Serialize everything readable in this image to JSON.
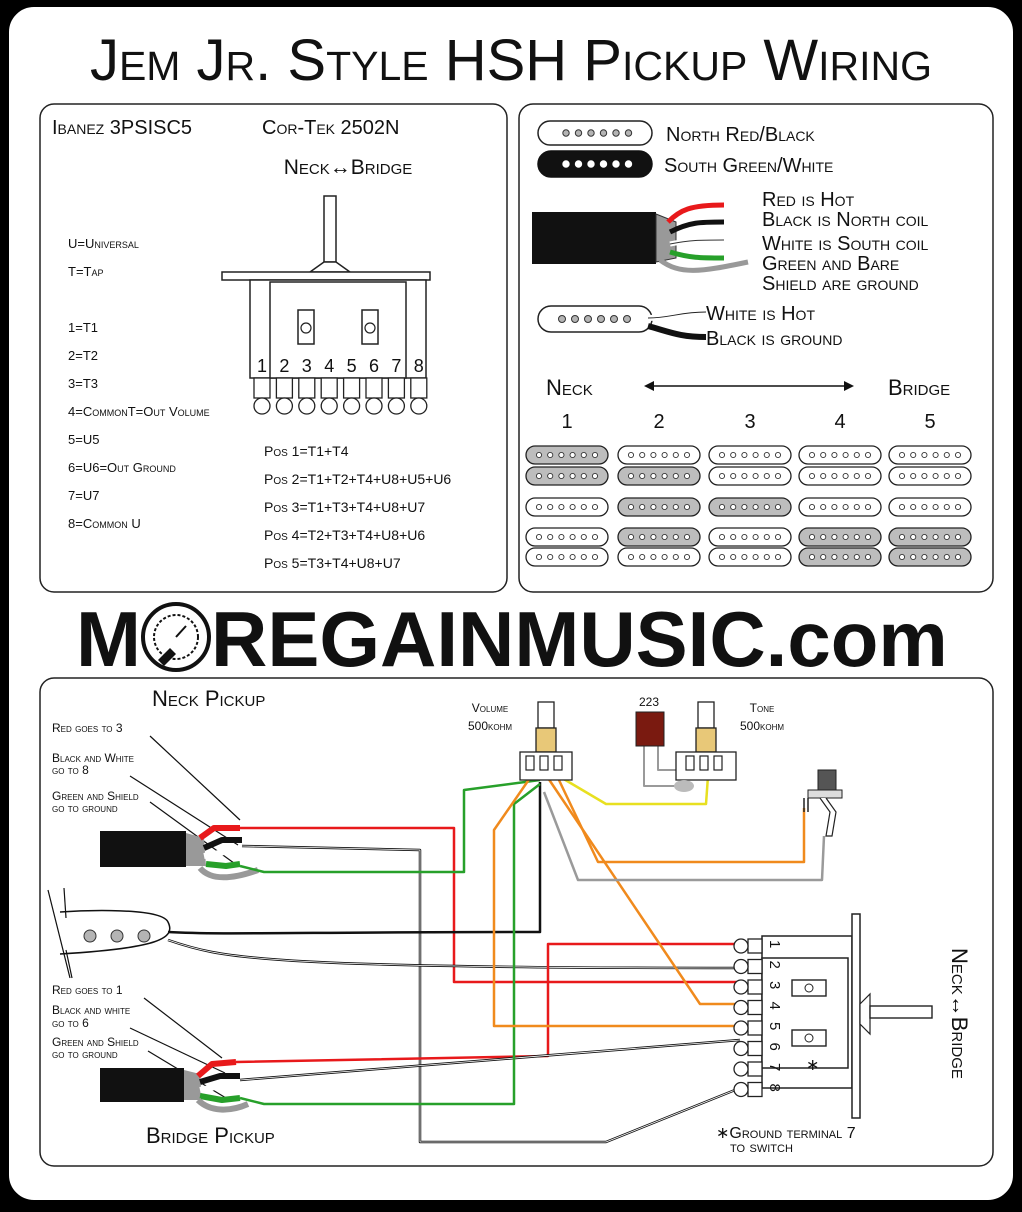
{
  "title": "Jem Jr. Style HSH Pickup Wiring",
  "left_panel": {
    "switch_brand": "Ibanez 3PSISC5",
    "switch_model": "Cor-Tek 2502N",
    "direction_label": "Neck↔Bridge",
    "legend": [
      "U=Universal",
      "T=Tap",
      "1=T1",
      "2=T2",
      "3=T3",
      "4=CommonT=Out Volume",
      "5=U5",
      "6=U6=Out Ground",
      "7=U7",
      "8=Common U"
    ],
    "terminal_numbers": [
      "1",
      "2",
      "3",
      "4",
      "5",
      "6",
      "7",
      "8"
    ],
    "positions": [
      "Pos 1=T1+T4",
      "Pos 2=T1+T2+T4+U8+U5+U6",
      "Pos 3=T1+T3+T4+U8+U7",
      "Pos 4=T2+T3+T4+U8+U6",
      "Pos 5=T3+T4+U8+U7"
    ]
  },
  "right_panel": {
    "north_label": "North Red/Black",
    "south_label": "South Green/White",
    "humbucker_wires": [
      "Red is Hot",
      "Black is North coil",
      "White is South coil",
      "Green and Bare",
      "Shield are ground"
    ],
    "single_wires": [
      "White is Hot",
      "Black is ground"
    ],
    "neck_label": "Neck",
    "bridge_label": "Bridge",
    "position_numbers": [
      "1",
      "2",
      "3",
      "4",
      "5"
    ]
  },
  "logo_text_left": "M",
  "logo_text_right": "REGAINMUSIC.com",
  "wiring": {
    "neck_pickup_label": "Neck Pickup",
    "bridge_pickup_label": "Bridge Pickup",
    "neck_notes": [
      "Red goes to 3",
      "Black and White",
      "go to 8",
      "Green and Shield",
      "go to ground"
    ],
    "bridge_notes": [
      "Red goes to 1",
      "Black and white",
      "go to 6",
      "Green and Shield",
      "go to ground"
    ],
    "volume_label": "Volume",
    "volume_value": "500kohm",
    "tone_label": "Tone",
    "tone_value": "500kohm",
    "cap_label": "223",
    "switch_label": "Neck↔Bridge",
    "ground_note": "∗Ground terminal 7",
    "ground_note_2": "to switch",
    "terminal_numbers": [
      "1",
      "2",
      "3",
      "4",
      "5",
      "6",
      "7",
      "8"
    ],
    "asterisk": "∗"
  },
  "colors": {
    "red": "#e8191b",
    "black": "#111111",
    "green": "#27a02a",
    "white": "#ffffff",
    "gray": "#9a9a9a",
    "orange": "#f08a1d",
    "yellow": "#e8e020",
    "pole_gray": "#b4b4b4",
    "cap_red": "#7a1a10",
    "pot_gold": "#e8c878"
  }
}
